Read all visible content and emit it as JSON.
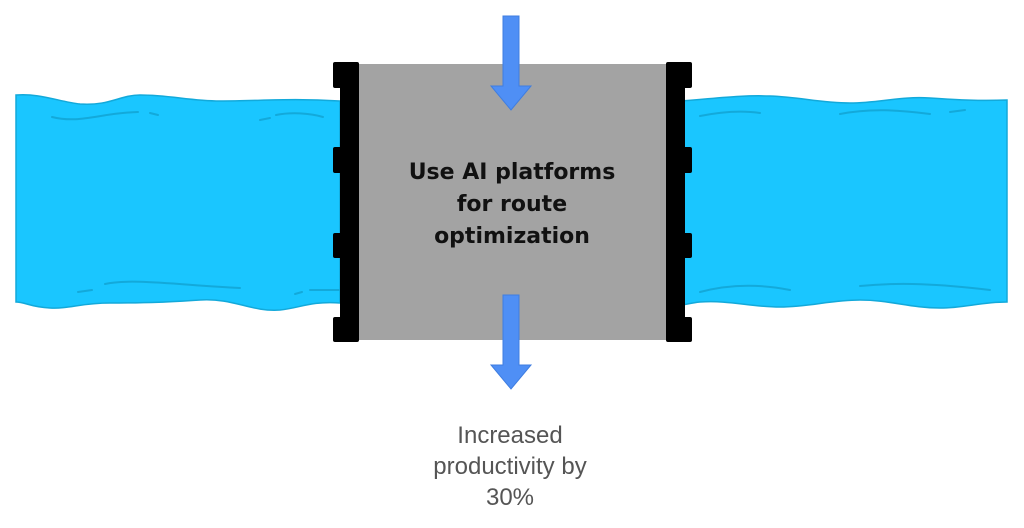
{
  "box": {
    "lines": [
      "Use AI platforms",
      "for route",
      "optimization"
    ]
  },
  "result": {
    "lines": [
      "Increased",
      "productivity by",
      "30%"
    ]
  },
  "colors": {
    "river": "#1AC6FF",
    "river_line": "#13A9DA",
    "box": "#A3A3A3",
    "frame": "#000000",
    "arrow": "#4F8FF5"
  }
}
